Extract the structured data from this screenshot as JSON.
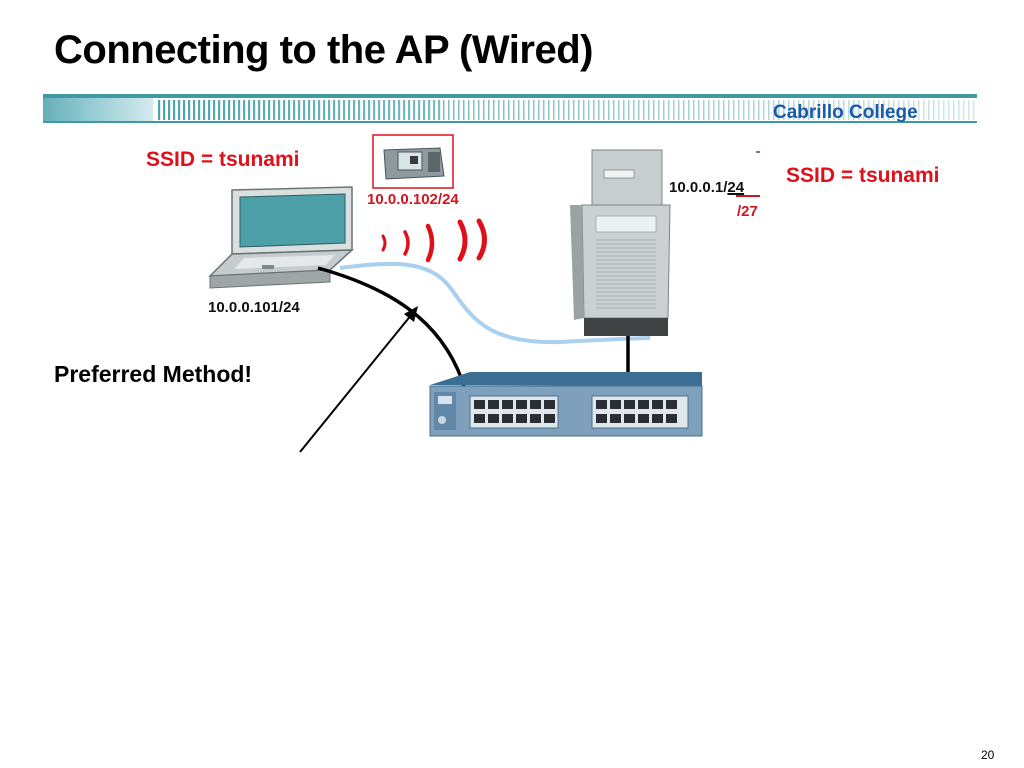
{
  "slide": {
    "title": "Connecting to the AP (Wired)",
    "college_name": "Cabrillo College",
    "page_number": "20"
  },
  "diagram": {
    "ssid_left": "SSID = tsunami",
    "ssid_right": "SSID = tsunami",
    "pc_card_ip": "10.0.0.102/24",
    "laptop_ip": "10.0.0.101/24",
    "ap_ip_prefix": "10.0.0.1/",
    "ap_ip_mask": "24",
    "ap_ip_alt_mask": "/27",
    "preferred_method": "Preferred Method!",
    "colors": {
      "ssid_red": "#e0101a",
      "banner_teal": "#3f9aa6",
      "college_blue": "#1a5aa8",
      "wireless_red": "#e0101a",
      "ethernet_blue": "#a9d0ee"
    },
    "icons": [
      "laptop-icon",
      "pc-card-icon",
      "wireless-waves-icon",
      "access-point-icon",
      "switch-icon"
    ]
  }
}
